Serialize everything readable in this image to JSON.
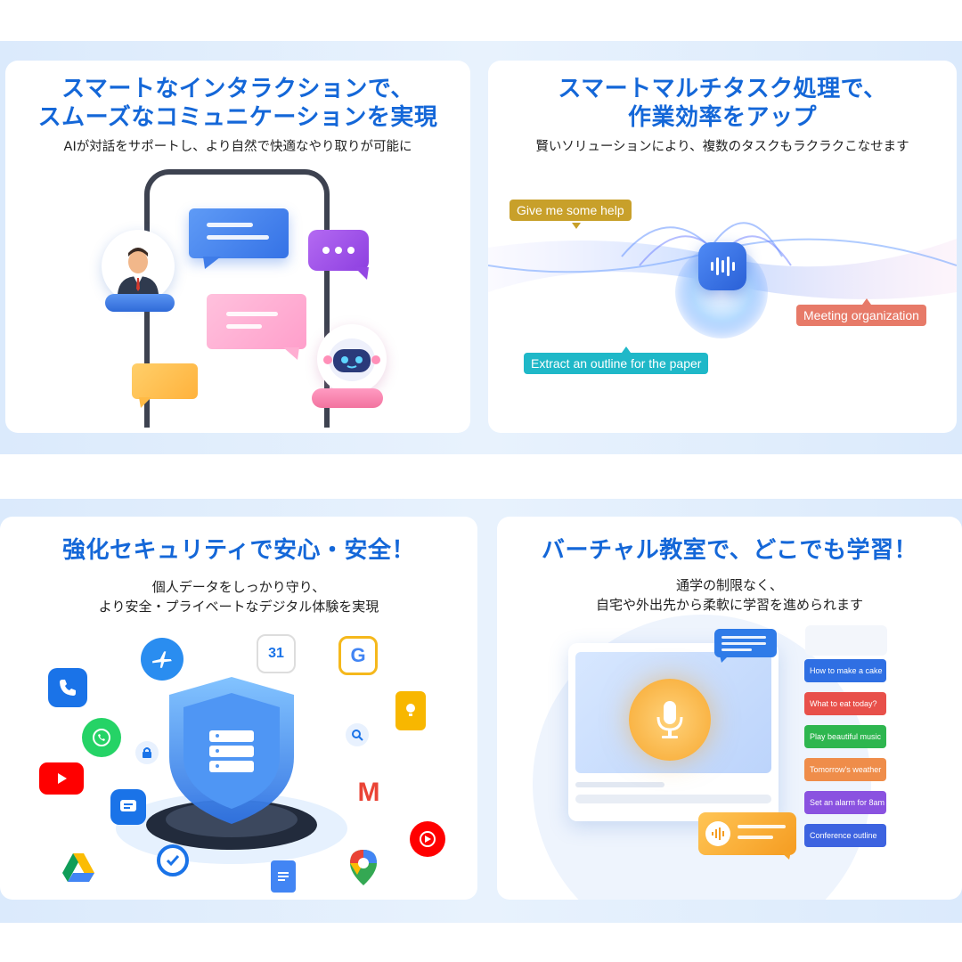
{
  "card_interaction": {
    "title_line1": "スマートなインタラクションで、",
    "title_line2": "スムーズなコミュニケーションを実現",
    "subtitle": "AIが対話をサポートし、より自然で快適なやり取りが可能に"
  },
  "card_multitask": {
    "title_line1": "スマートマルチタスク処理で、",
    "title_line2": "作業効率をアップ",
    "subtitle": "賢いソリューションにより、複数のタスクもラクラクこなせます",
    "tags": [
      "Give me some help",
      "Meeting organization",
      "Extract an outline for the paper"
    ]
  },
  "card_security": {
    "title": "強化セキュリティで安心・安全！",
    "subtitle_line1": "個人データをしっかり守り、",
    "subtitle_line2": "より安全・プライベートなデジタル体験を実現",
    "calendar_day": "31",
    "google_letter": "G",
    "gmail_letter": "M"
  },
  "card_classroom": {
    "title": "バーチャル教室で、どこでも学習！",
    "subtitle_line1": "通学の制限なく、",
    "subtitle_line2": "自宅や外出先から柔軟に学習を進められます",
    "menu_items": [
      "How to make a cake",
      "What to eat today?",
      "Play beautiful music",
      "Tomorrow's weather",
      "Set an alarm for 8am",
      "Conference outline"
    ]
  },
  "colors": {
    "title_blue": "#1467d8",
    "tag_gold": "#c8a02a",
    "tag_coral": "#e77a68",
    "tag_teal": "#1fb8c8",
    "menu_blue": "#2f6fe3",
    "menu_red": "#e8504a",
    "menu_green": "#2eb64f",
    "menu_orange": "#ef8d4a",
    "menu_purple": "#8a52e0",
    "menu_indigo": "#3d63e0"
  }
}
